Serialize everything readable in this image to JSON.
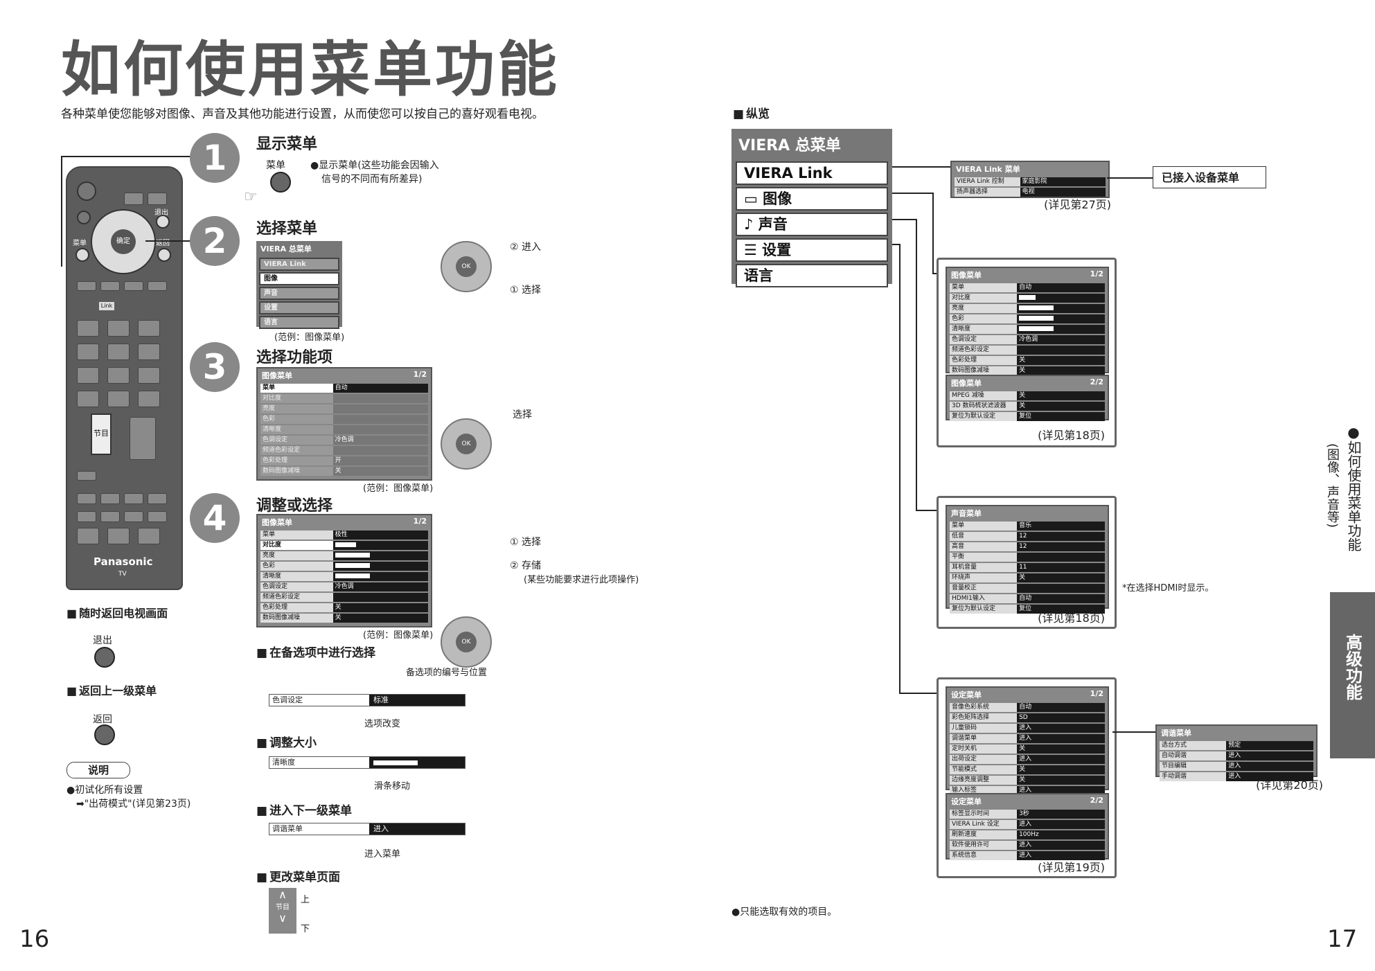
{
  "title": "如何使用菜单功能",
  "intro": "各种菜单使您能够对图像、声音及其他功能进行设置，从而使您可以按自己的喜好观看电视。",
  "page_left": "16",
  "page_right": "17",
  "remote": {
    "exit": "退出",
    "ok": "确定",
    "menu": "菜单",
    "back": "返回",
    "tv_guide": "节目",
    "link": "Link",
    "brand": "Panasonic",
    "tv": "TV"
  },
  "steps": [
    {
      "num": "1",
      "title": "显示菜单",
      "key": "菜单",
      "note1": "●显示菜单(这些功能会因输入",
      "note2": "信号的不同而有所差异)"
    },
    {
      "num": "2",
      "title": "选择菜单",
      "enter": "② 进入",
      "select": "① 选择",
      "caption": "(范例：图像菜单)"
    },
    {
      "num": "3",
      "title": "选择功能项",
      "select": "选择",
      "caption": "(范例：图像菜单)"
    },
    {
      "num": "4",
      "title": "调整或选择",
      "select": "① 选择",
      "store": "② 存储",
      "store_note": "(某些功能要求进行此项操作)",
      "caption": "(范例：图像菜单)"
    }
  ],
  "small_main_menu": {
    "title": "VIERA 总菜单",
    "items": [
      "VIERA Link",
      "图像",
      "声音",
      "设置",
      "语言"
    ]
  },
  "picture_menu_example": {
    "title": "图像菜单",
    "page": "1/2",
    "rows": [
      {
        "label": "菜单",
        "value": "自动"
      },
      {
        "label": "对比度",
        "value": ""
      },
      {
        "label": "亮度",
        "value": ""
      },
      {
        "label": "色彩",
        "value": ""
      },
      {
        "label": "清晰度",
        "value": ""
      },
      {
        "label": "色调设定",
        "value": "冷色调"
      },
      {
        "label": "频道色彩设定",
        "value": ""
      },
      {
        "label": "色彩处理",
        "value": "开"
      },
      {
        "label": "数码图像减噪",
        "value": "关"
      }
    ]
  },
  "picture_menu_example4": {
    "rows": [
      {
        "label": "菜单",
        "value": "极性"
      },
      {
        "label": "对比度",
        "value": ""
      },
      {
        "label": "亮度",
        "value": ""
      },
      {
        "label": "色彩",
        "value": ""
      },
      {
        "label": "清晰度",
        "value": ""
      },
      {
        "label": "色调设定",
        "value": "冷色调"
      },
      {
        "label": "频道色彩设定",
        "value": ""
      },
      {
        "label": "色彩处理",
        "value": "关"
      },
      {
        "label": "数码图像减噪",
        "value": "关"
      }
    ]
  },
  "left_sections": {
    "return_tv": "随时返回电视画面",
    "exit": "退出",
    "return_up": "返回上一级菜单",
    "back": "返回",
    "note_title": "说明",
    "note1": "●初试化所有设置",
    "note2": "➡\"出荷模式\"(详见第23页)"
  },
  "mid_sections": {
    "choose": "在备选项中进行选择",
    "choose_hint": "备选项的编号与位置",
    "choose_label": "色调设定",
    "choose_value": "标准",
    "choose_caption": "选项改变",
    "resize": "调整大小",
    "resize_label": "清晰度",
    "resize_caption": "滑条移动",
    "enter_sub": "进入下一级菜单",
    "enter_label": "调谐菜单",
    "enter_value": "进入",
    "enter_caption": "进入菜单",
    "change_page": "更改菜单页面",
    "up": "上",
    "down": "下"
  },
  "overview": {
    "heading": "纵览",
    "main_menu": {
      "title": "VIERA 总菜单",
      "items": [
        "VIERA Link",
        "图像",
        "声音",
        "设置",
        "语言"
      ]
    },
    "viera_link_menu": {
      "title": "VIERA Link 菜单",
      "rows": [
        {
          "label": "VIERA Link 控制",
          "value": "家庭影院"
        },
        {
          "label": "扬声器选择",
          "value": "电视"
        }
      ],
      "see": "(详见第27页)",
      "connected": "已接入设备菜单"
    },
    "picture_menu": {
      "title1": "图像菜单",
      "page1": "1/2",
      "rows1": [
        {
          "label": "菜单",
          "value": "自动"
        },
        {
          "label": "对比度",
          "value": ""
        },
        {
          "label": "亮度",
          "value": ""
        },
        {
          "label": "色彩",
          "value": ""
        },
        {
          "label": "清晰度",
          "value": ""
        },
        {
          "label": "色调设定",
          "value": "冷色调"
        },
        {
          "label": "频道色彩设定",
          "value": ""
        },
        {
          "label": "色彩处理",
          "value": "关"
        },
        {
          "label": "数码图像减噪",
          "value": "关"
        }
      ],
      "title2": "图像菜单",
      "page2": "2/2",
      "rows2": [
        {
          "label": "MPEG 减噪",
          "value": "关"
        },
        {
          "label": "3D 数码梳状滤波器",
          "value": "关"
        },
        {
          "label": "复位为默认设定",
          "value": "复位"
        }
      ],
      "see": "(详见第18页)"
    },
    "sound_menu": {
      "title": "声音菜单",
      "rows": [
        {
          "label": "菜单",
          "value": "音乐"
        },
        {
          "label": "低音",
          "value": "12"
        },
        {
          "label": "高音",
          "value": "12"
        },
        {
          "label": "平衡",
          "value": ""
        },
        {
          "label": "耳机音量",
          "value": "11"
        },
        {
          "label": "环绕声",
          "value": "关"
        },
        {
          "label": "音量校正",
          "value": ""
        },
        {
          "label": "HDMI1输入",
          "value": "自动"
        },
        {
          "label": "复位为默认设定",
          "value": "复位"
        }
      ],
      "see": "(详见第18页)",
      "hdmi_note": "*在选择HDMI时显示。"
    },
    "setup_menu": {
      "title1": "设定菜单",
      "page1": "1/2",
      "rows1": [
        {
          "label": "音像色彩系统",
          "value": "自动"
        },
        {
          "label": "彩色矩阵选择",
          "value": "SD"
        },
        {
          "label": "儿童锁码",
          "value": "进入"
        },
        {
          "label": "调谐菜单",
          "value": "进入"
        },
        {
          "label": "定时关机",
          "value": "关"
        },
        {
          "label": "出荷设定",
          "value": "进入"
        },
        {
          "label": "节能模式",
          "value": "关"
        },
        {
          "label": "边缘亮度调整",
          "value": "关"
        },
        {
          "label": "输入标签",
          "value": "进入"
        }
      ],
      "title2": "设定菜单",
      "page2": "2/2",
      "rows2": [
        {
          "label": "标签显示时间",
          "value": "3秒"
        },
        {
          "label": "VIERA Link 设定",
          "value": "进入"
        },
        {
          "label": "刷新速度",
          "value": "100Hz"
        },
        {
          "label": "软件使用许可",
          "value": "进入"
        },
        {
          "label": "系统信息",
          "value": "进入"
        }
      ],
      "see": "(详见第19页)"
    },
    "tuning_menu": {
      "title": "调谐菜单",
      "rows": [
        {
          "label": "选台方式",
          "value": "预定"
        },
        {
          "label": "自动调谐",
          "value": "进入"
        },
        {
          "label": "节目编辑",
          "value": "进入"
        },
        {
          "label": "手动调谐",
          "value": "进入"
        }
      ],
      "see": "(详见第20页)"
    },
    "footnote": "●只能选取有效的项目。"
  },
  "side_title": "●如何使用菜单功能",
  "side_sub": "(图像、声音等)",
  "side_tab": "高级功能"
}
